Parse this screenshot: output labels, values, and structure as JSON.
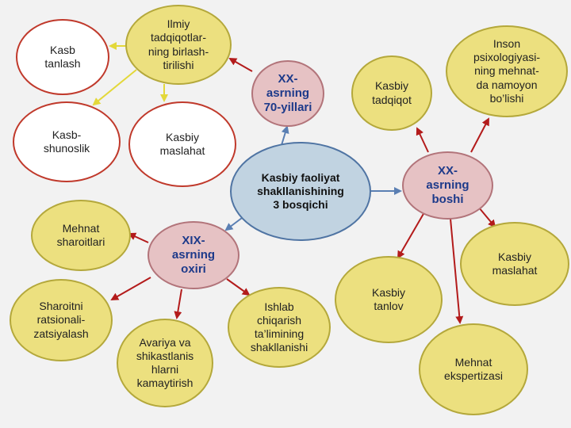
{
  "colors": {
    "yellow_fill": "#ece07f",
    "rose_fill": "#e6c2c4",
    "center_fill": "#c1d3e1",
    "blue_line": "#5a7fb3",
    "red_line": "#b31b1b",
    "yellow_line": "#e3d83a",
    "era_text": "#1d3a8a"
  },
  "center": {
    "label": "Kasbiy faoliyat\nshakllanishining\n3 bosqichi"
  },
  "eras": {
    "e70": {
      "label": "XX-\nasrning\n70-yillari"
    },
    "e1900": {
      "label": "XX-\nasrning\nboshi"
    },
    "e19": {
      "label": "XIX-\nasrning\noxiri"
    }
  },
  "nodes": {
    "ilmiy": "Ilmiy\ntadqiqotlar-\nning birlash-\ntirilishi",
    "kasb_tanlash": "Kasb\ntanlash",
    "kasbshunoslik": "Kasb-\nshunoslik",
    "kasbiy_maslahat_top": "Kasbiy\nmaslahat",
    "kasbiy_tadqiqot": "Kasbiy\ntadqiqot",
    "inson": "Inson\npsixologiyasi-\nning mehnat-\nda namoyon\nbo’lishi",
    "kasbiy_maslahat_right": "Kasbiy\nmaslahat",
    "kasbiy_tanlov": "Kasbiy\ntanlov",
    "mehnat_ekspertizasi": "Mehnat\nekspertizasi",
    "mehnat_sharoitlari": "Mehnat\nsharoitlari",
    "sharoitni": "Sharoitni\nratsionali-\nzatsiyalash",
    "avariya": "Avariya va\nshikastlanis\nhlarni\nkamaytirish",
    "ishlab": "Ishlab\nchiqarish\nta’limining\nshakllanishi"
  }
}
